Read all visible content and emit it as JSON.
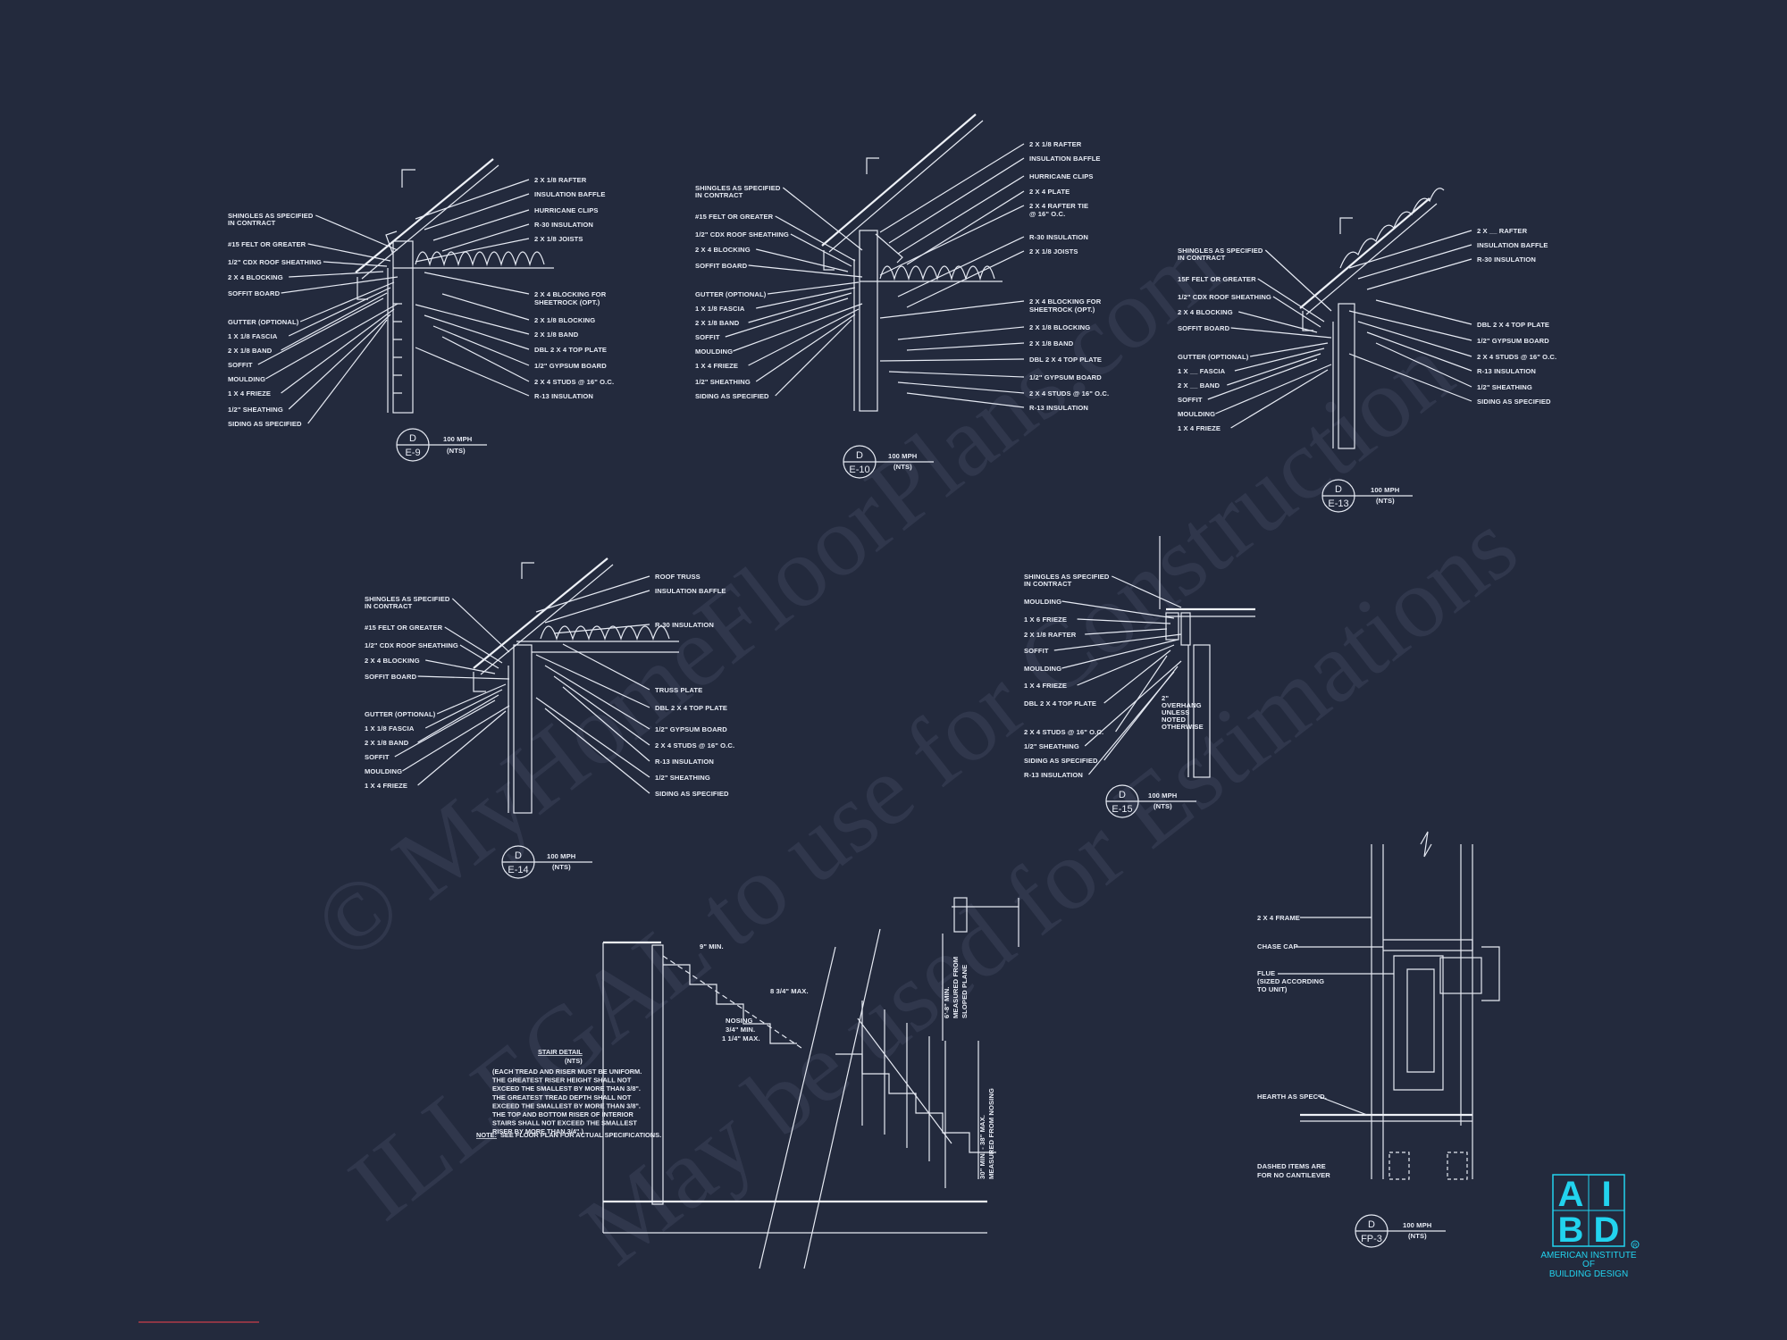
{
  "watermark": {
    "line1": "© MyHomeFloorPlans.com",
    "line2": "ILLEGAL to use for Construction",
    "line3": "May be used for Estimations"
  },
  "details": [
    {
      "id": "e9",
      "left": [
        "SHINGLES AS SPECIFIED",
        "IN CONTRACT",
        "#15 FELT OR GREATER",
        "1/2\" CDX ROOF SHEATHING",
        "2 X 4 BLOCKING",
        "SOFFIT BOARD",
        "GUTTER (OPTIONAL)",
        "1 X 1/8 FASCIA",
        "2 X 1/8 BAND",
        "SOFFIT",
        "MOULDING",
        "1 X 4 FRIEZE",
        "1/2\" SHEATHING",
        "SIDING AS SPECIFIED"
      ],
      "right": [
        "2 X 1/8 RAFTER",
        "INSULATION BAFFLE",
        "HURRICANE CLIPS",
        "R-30 INSULATION",
        "2 X 1/8 JOISTS",
        "2 X 4 BLOCKING FOR",
        "SHEETROCK (OPT.)",
        "2 X 1/8 BLOCKING",
        "2 X 1/8 BAND",
        "DBL 2 X 4 TOP PLATE",
        "1/2\" GYPSUM BOARD",
        "2 X 4 STUDS @ 16\" O.C.",
        "R-13 INSULATION"
      ],
      "tag_top": "D",
      "tag_bot": "E-9",
      "scale": "100 MPH",
      "nts": "(NTS)"
    },
    {
      "id": "e10",
      "left": [
        "SHINGLES AS SPECIFIED",
        "IN CONTRACT",
        "#15 FELT OR GREATER",
        "1/2\" CDX ROOF SHEATHING",
        "2 X 4 BLOCKING",
        "SOFFIT BOARD",
        "GUTTER (OPTIONAL)",
        "1 X 1/8 FASCIA",
        "2 X 1/8 BAND",
        "SOFFIT",
        "MOULDING",
        "1 X 4 FRIEZE",
        "1/2\" SHEATHING",
        "SIDING AS SPECIFIED"
      ],
      "right": [
        "2 X 1/8 RAFTER",
        "INSULATION BAFFLE",
        "HURRICANE CLIPS",
        "2 X 4 PLATE",
        "2 X 4 RAFTER TIE",
        "@ 16\" O.C.",
        "R-30 INSULATION",
        "2 X 1/8 JOISTS",
        "2 X 4 BLOCKING FOR",
        "SHEETROCK (OPT.)",
        "2 X 1/8 BLOCKING",
        "2 X 1/8 BAND",
        "DBL 2 X 4 TOP PLATE",
        "1/2\" GYPSUM BOARD",
        "2 X 4 STUDS @ 16\" O.C.",
        "R-13 INSULATION"
      ],
      "tag_top": "D",
      "tag_bot": "E-10",
      "scale": "100 MPH",
      "nts": "(NTS)"
    },
    {
      "id": "e13",
      "left": [
        "SHINGLES AS SPECIFIED",
        "IN CONTRACT",
        "15F FELT OR GREATER",
        "1/2\" CDX ROOF SHEATHING",
        "2 X 4 BLOCKING",
        "SOFFIT BOARD",
        "GUTTER (OPTIONAL)",
        "1 X __ FASCIA",
        "2 X __ BAND",
        "SOFFIT",
        "MOULDING",
        "1 X 4 FRIEZE"
      ],
      "right": [
        "2 X __ RAFTER",
        "INSULATION BAFFLE",
        "R-30 INSULATION",
        "DBL 2 X 4 TOP PLATE",
        "1/2\" GYPSUM BOARD",
        "2 X 4 STUDS @ 16\" O.C.",
        "R-13 INSULATION",
        "1/2\" SHEATHING",
        "SIDING AS SPECIFIED"
      ],
      "tag_top": "D",
      "tag_bot": "E-13",
      "scale": "100 MPH",
      "nts": "(NTS)"
    },
    {
      "id": "e14",
      "left": [
        "SHINGLES AS SPECIFIED",
        "IN CONTRACT",
        "#15 FELT OR GREATER",
        "1/2\" CDX ROOF SHEATHING",
        "2 X 4 BLOCKING",
        "SOFFIT BOARD",
        "GUTTER (OPTIONAL)",
        "1 X 1/8 FASCIA",
        "2 X 1/8 BAND",
        "SOFFIT",
        "MOULDING",
        "1 X 4 FRIEZE"
      ],
      "right": [
        "ROOF TRUSS",
        "INSULATION BAFFLE",
        "R-30 INSULATION",
        "TRUSS PLATE",
        "DBL 2 X 4 TOP PLATE",
        "1/2\" GYPSUM BOARD",
        "2 X 4 STUDS @ 16\" O.C.",
        "R-13 INSULATION",
        "1/2\" SHEATHING",
        "SIDING AS SPECIFIED"
      ],
      "tag_top": "D",
      "tag_bot": "E-14",
      "scale": "100 MPH",
      "nts": "(NTS)"
    },
    {
      "id": "e15",
      "left": [
        "SHINGLES AS SPECIFIED",
        "IN CONTRACT",
        "MOULDING",
        "1 X 6 FRIEZE",
        "2 X 1/8 RAFTER",
        "SOFFIT",
        "MOULDING",
        "1 X 4 FRIEZE",
        "DBL 2 X 4 TOP PLATE",
        "2 X 4 STUDS @ 16\" O.C.",
        "1/2\" SHEATHING",
        "SIDING AS SPECIFIED",
        "R-13 INSULATION"
      ],
      "right": [
        "2\"",
        "OVERHANG",
        "UNLESS",
        "NOTED",
        "OTHERWISE"
      ],
      "tag_top": "D",
      "tag_bot": "E-15",
      "scale": "100 MPH",
      "nts": "(NTS)"
    }
  ],
  "stair": {
    "dims": [
      "9\" MIN.",
      "8 3/4\" MAX.",
      "NOSING",
      "3/4\" MIN.",
      "1 1/4\" MAX."
    ],
    "headroom": [
      "6'-8\" MIN.",
      "MEASURED FROM",
      "SLOPED PLANE"
    ],
    "rail": [
      "30\" MIN. - 38\" MAX.",
      "MEASURED FROM NOSING"
    ],
    "title": "STAIR DETAIL",
    "nts": "(NTS)",
    "body": [
      "(EACH TREAD AND RISER MUST BE UNIFORM.",
      "THE GREATEST RISER HEIGHT SHALL NOT",
      "EXCEED THE SMALLEST BY MORE THAN 3/8\".",
      "THE GREATEST TREAD DEPTH SHALL NOT",
      "EXCEED THE SMALLEST BY MORE THAN 3/8\".",
      "THE TOP AND BOTTOM RISER OF INTERIOR",
      "STAIRS SHALL NOT EXCEED THE SMALLEST",
      "RISER BY MORE THAN 3/4\".)"
    ],
    "note_label": "NOTE:",
    "note_text": "SEE FLOOR PLAN FOR ACTUAL SPECIFICATIONS."
  },
  "fireplace": {
    "labels": [
      "2 X 4 FRAME",
      "CHASE CAP",
      "FLUE",
      "(SIZED ACCORDING",
      "TO UNIT)",
      "HEARTH AS SPEC'D.",
      "DASHED ITEMS ARE",
      "FOR NO CANTILEVER"
    ],
    "tag_top": "D",
    "tag_bot": "FP-3",
    "scale": "100 MPH",
    "nts": "(NTS)"
  },
  "logo": {
    "letters": [
      "A",
      "I",
      "B",
      "D"
    ],
    "caption": [
      "AMERICAN INSTITUTE",
      "OF",
      "BUILDING DESIGN"
    ],
    "reg": "R",
    "color": "#22d3ee"
  }
}
